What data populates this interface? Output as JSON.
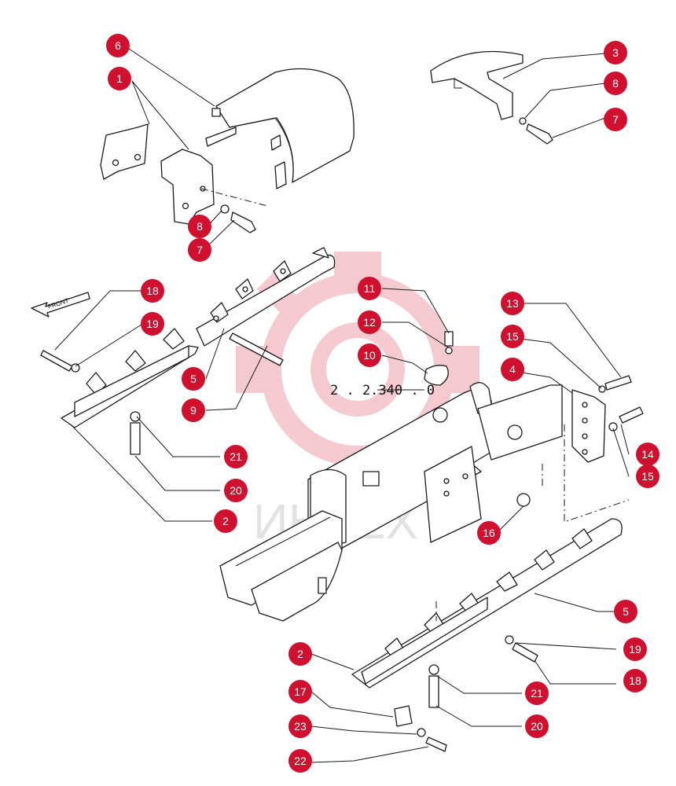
{
  "diagram": {
    "reference_code": "2 . 2.340 . 0",
    "watermark_text": "ИНТЕХ",
    "direction_label": "FRONT",
    "accent_color": "#d0102f",
    "callouts": [
      "6",
      "1",
      "3",
      "8",
      "7",
      "8",
      "7",
      "18",
      "19",
      "5",
      "9",
      "11",
      "12",
      "10",
      "13",
      "15",
      "4",
      "14",
      "15",
      "21",
      "20",
      "2",
      "16",
      "5",
      "2",
      "19",
      "18",
      "21",
      "17",
      "20",
      "23",
      "22"
    ]
  }
}
